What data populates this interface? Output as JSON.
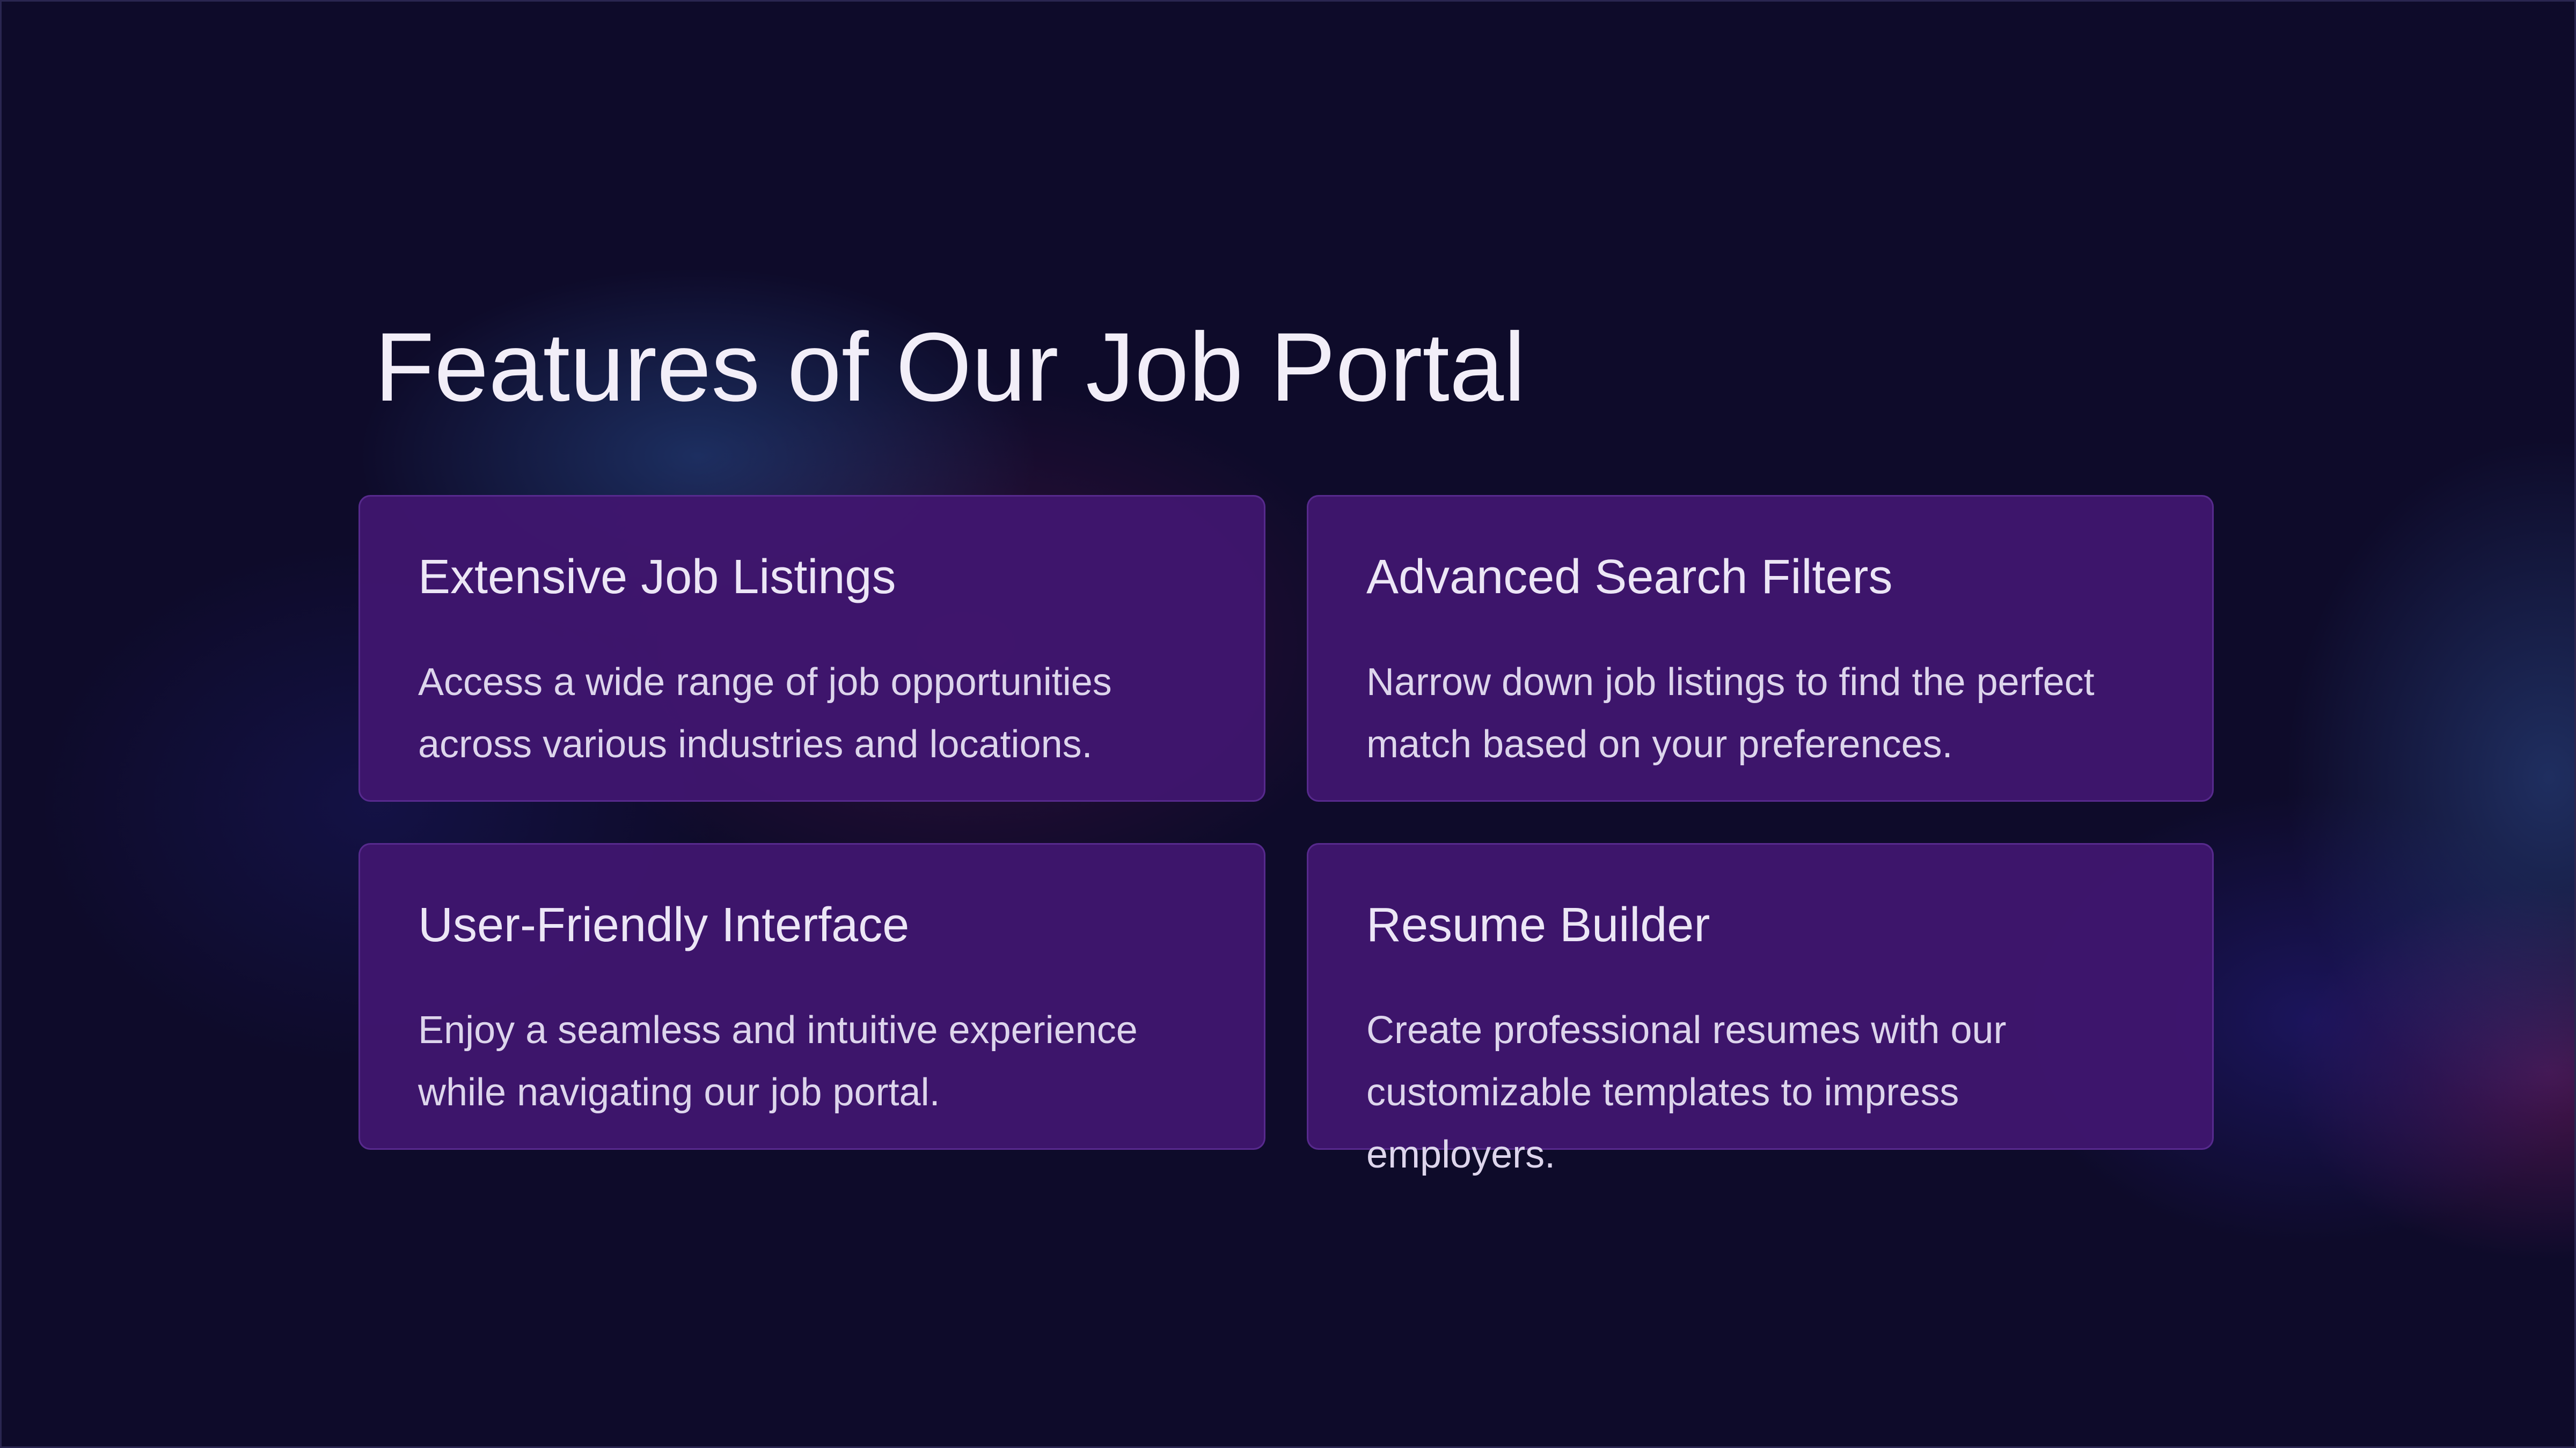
{
  "page": {
    "title": "Features of Our Job Portal"
  },
  "features": [
    {
      "title": "Extensive Job Listings",
      "description": "Access a wide range of job opportunities across various industries and locations."
    },
    {
      "title": "Advanced Search Filters",
      "description": "Narrow down job listings to find the perfect match based on your preferences."
    },
    {
      "title": "User-Friendly Interface",
      "description": "Enjoy a seamless and intuitive experience while navigating our job portal."
    },
    {
      "title": "Resume Builder",
      "description": "Create professional resumes with our customizable templates to impress employers."
    }
  ],
  "colors": {
    "background": "#0e0b2a",
    "card": "#40166e",
    "text": "#f2eef8"
  }
}
